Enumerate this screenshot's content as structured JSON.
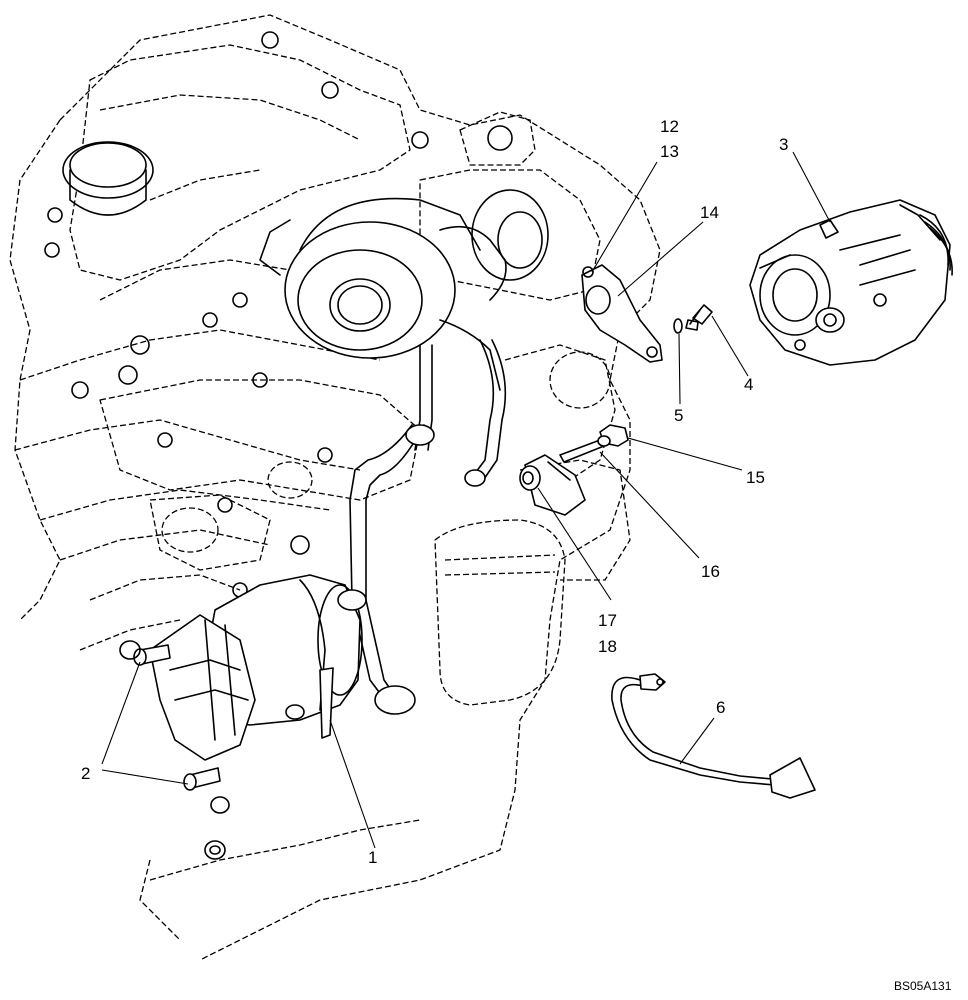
{
  "figure": {
    "drawing_code": "BS05A131"
  },
  "callouts": [
    {
      "id": "label-1",
      "text": "1"
    },
    {
      "id": "label-2",
      "text": "2"
    },
    {
      "id": "label-3",
      "text": "3"
    },
    {
      "id": "label-4",
      "text": "4"
    },
    {
      "id": "label-5",
      "text": "5"
    },
    {
      "id": "label-6",
      "text": "6"
    },
    {
      "id": "label-12",
      "text": "12"
    },
    {
      "id": "label-13",
      "text": "13"
    },
    {
      "id": "label-14",
      "text": "14"
    },
    {
      "id": "label-15",
      "text": "15"
    },
    {
      "id": "label-16",
      "text": "16"
    },
    {
      "id": "label-17",
      "text": "17"
    },
    {
      "id": "label-18",
      "text": "18"
    }
  ],
  "parts": [
    {
      "callout": "1",
      "name": "starter-motor"
    },
    {
      "callout": "2",
      "name": "starter-mounting-bolts"
    },
    {
      "callout": "3",
      "name": "alternator"
    },
    {
      "callout": "4",
      "name": "alternator-bolt"
    },
    {
      "callout": "5",
      "name": "washer"
    },
    {
      "callout": "6",
      "name": "wire-harness"
    },
    {
      "callout": "12",
      "name": "bracket-fastener"
    },
    {
      "callout": "13",
      "name": "bracket-fastener"
    },
    {
      "callout": "14",
      "name": "alternator-bracket"
    },
    {
      "callout": "15",
      "name": "bolt"
    },
    {
      "callout": "16",
      "name": "long-bolt"
    },
    {
      "callout": "17",
      "name": "fitting"
    },
    {
      "callout": "18",
      "name": "fitting"
    }
  ],
  "colors": {
    "line": "#000000",
    "background": "#ffffff",
    "shade": "#d8d8d8"
  }
}
